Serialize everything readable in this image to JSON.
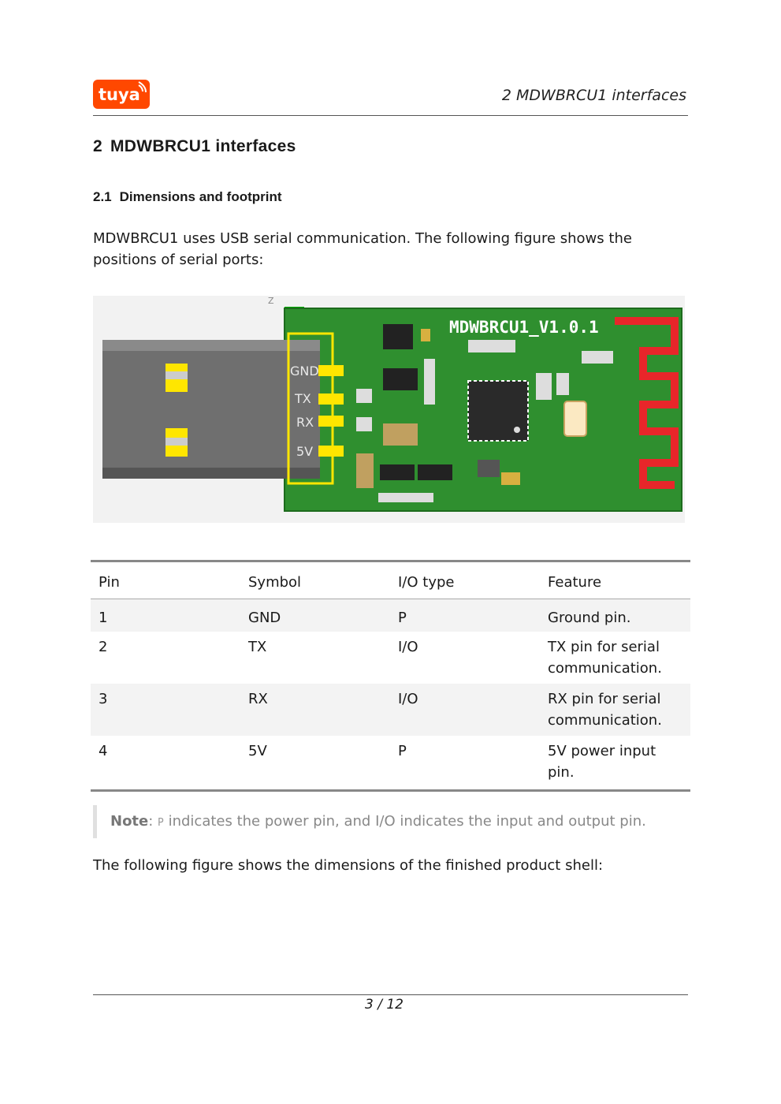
{
  "header": {
    "logo_text": "tuya",
    "logo_color": "#ff4800",
    "title": "2 MDWBRCU1 interfaces"
  },
  "section": {
    "number": "2",
    "title": "MDWBRCU1  interfaces"
  },
  "subsection": {
    "number": "2.1",
    "title": "Dimensions and  footprint"
  },
  "intro_paragraph": "MDWBRCU1 uses USB serial communication. The following figure shows the positions of serial ports:",
  "figure": {
    "board_label": "MDWBRCU1_V1.0.1",
    "pin_labels": [
      "GND",
      "TX",
      "RX",
      "5V"
    ],
    "board_color": "#2e8b2e",
    "antenna_color": "#e8262a",
    "pad_color": "#ffe600"
  },
  "table": {
    "headers": [
      "Pin",
      "Symbol",
      "I/O type",
      "Feature"
    ],
    "rows": [
      [
        "1",
        "GND",
        "P",
        "Ground pin."
      ],
      [
        "2",
        "TX",
        "I/O",
        "TX pin for serial communication."
      ],
      [
        "3",
        "RX",
        "I/O",
        "RX pin for serial communication."
      ],
      [
        "4",
        "5V",
        "P",
        "5V power input pin."
      ]
    ]
  },
  "note": {
    "label": "Note",
    "code": "P",
    "text": " indicates the power pin, and I/O indicates the input and output pin."
  },
  "closing_paragraph": "The following figure shows the dimensions of the finished product shell:",
  "footer": {
    "page": "3 / 12"
  }
}
